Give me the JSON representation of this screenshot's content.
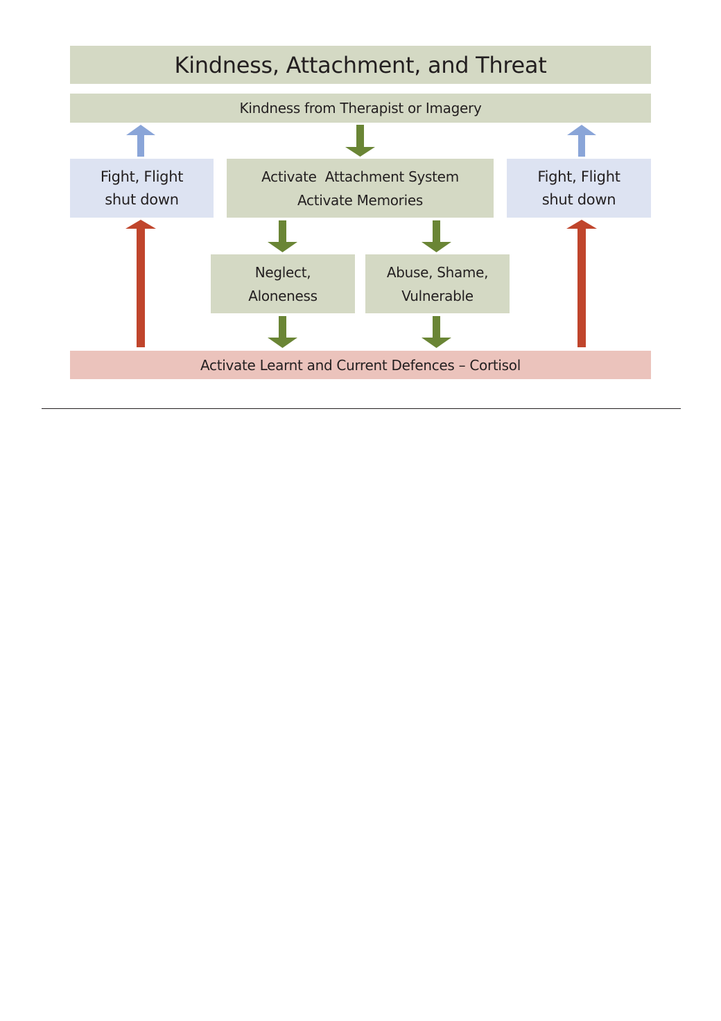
{
  "diagram": {
    "title": "Kindness, Attachment, and Threat",
    "kindness_source": "Kindness from Therapist or Imagery",
    "fight_flight_left": {
      "line1": "Fight, Flight",
      "line2": "shut down"
    },
    "fight_flight_right": {
      "line1": "Fight, Flight",
      "line2": "shut down"
    },
    "attachment": {
      "line1": "Activate  Attachment System",
      "line2": "Activate Memories"
    },
    "neglect": {
      "line1": "Neglect,",
      "line2": "Aloneness"
    },
    "abuse": {
      "line1": "Abuse, Shame,",
      "line2": "Vulnerable"
    },
    "defences": "Activate Learnt and Current Defences – Cortisol"
  },
  "colors": {
    "green_box": "#d4d9c4",
    "blue_box": "#dde3f2",
    "pink_box": "#ebc3bc",
    "green_arrow": "#6a8535",
    "blue_arrow": "#8aa5d8",
    "red_arrow": "#c0452c"
  }
}
